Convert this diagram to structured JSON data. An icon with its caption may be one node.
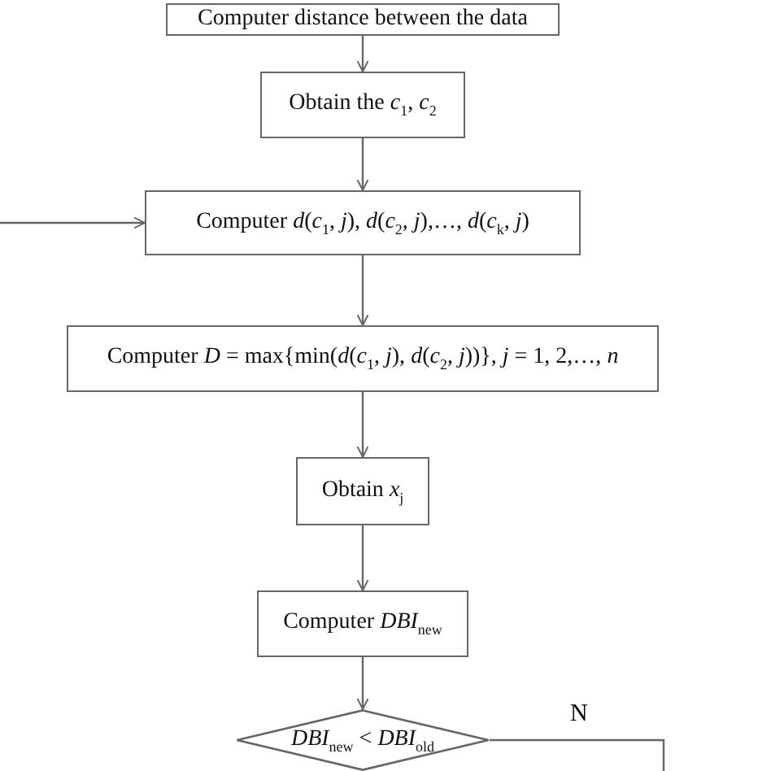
{
  "diagram": {
    "nodes": [
      {
        "text": [
          "Computer distance between the data"
        ]
      },
      {
        "text": [
          "Obtain the *c*$_{1}$, *c*$_{2}$"
        ]
      },
      {
        "text": [
          "Computer *d*(*c*$_{1}$, *j*), *d*(*c*$_{2}$, *j*),…, *d*(*c*$_{k}$, *j*)"
        ]
      },
      {
        "text": [
          "Computer *D* = max{min(*d*(*c*$_{1}$, *j*), *d*(*c*$_{2}$, *j*))}, *j* = 1, 2,…, *n*"
        ]
      },
      {
        "text": [
          "Obtain *x*$_{j}$"
        ]
      },
      {
        "text": [
          "Computer *DBI*$_{new}$"
        ]
      },
      {
        "text": [
          "*DBI*$_{new}$ < *DBI*$_{old}$"
        ]
      }
    ],
    "edges": [
      {
        "from": 0,
        "to": 1,
        "arrow": "to"
      },
      {
        "from": 1,
        "to": 2,
        "arrow": "to"
      },
      {
        "from": null,
        "to": 2,
        "arrow": "to"
      },
      {
        "from": 2,
        "to": 3,
        "arrow": "to"
      },
      {
        "from": 3,
        "to": 4,
        "arrow": "to"
      },
      {
        "from": 4,
        "to": 5,
        "arrow": "to"
      },
      {
        "from": 5,
        "to": 6,
        "arrow": "to"
      },
      {
        "from": 6,
        "to": null,
        "arrow": "none",
        "label": "N"
      }
    ]
  }
}
